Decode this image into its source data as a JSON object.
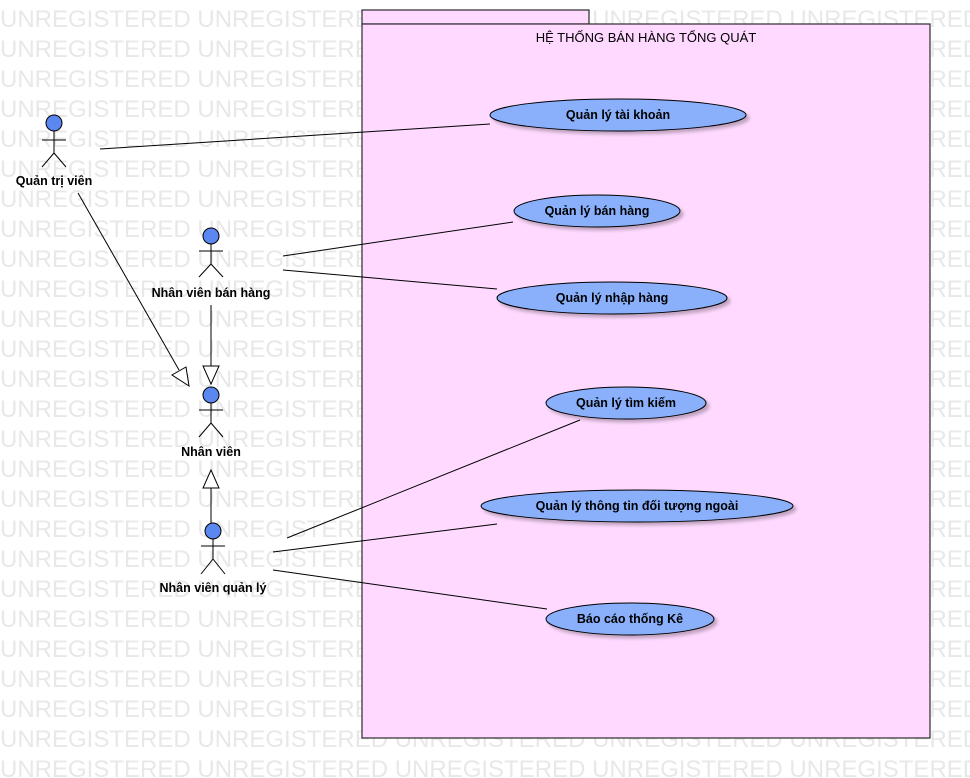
{
  "watermark": "UNREGISTERED",
  "system": {
    "title": "HỆ THỐNG BÁN HÀNG TỔNG QUÁT",
    "fill": "#ffd9ff",
    "stroke": "#2b2b2b"
  },
  "actors": {
    "admin": "Quản trị viên",
    "sales": "Nhân viên bán hàng",
    "staff": "Nhân viên",
    "manager": "Nhân viên quản lý"
  },
  "usecases": {
    "accounts": "Quản lý tài khoản",
    "sales": "Quản lý bán hàng",
    "imports": "Quản lý nhập hàng",
    "search": "Quản lý tìm kiếm",
    "partners": "Quản lý thông tin đối tượng ngoài",
    "report": "Báo cáo thống Kê"
  },
  "colors": {
    "usecase_fill": "#8ab0fc",
    "actor_head": "#5a87f0",
    "line": "#000000"
  }
}
